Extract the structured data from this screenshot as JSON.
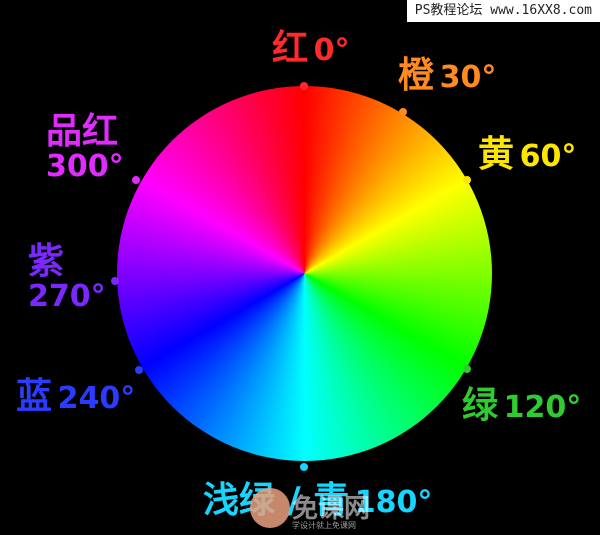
{
  "watermark": "PS教程论坛 www.16XX8.com",
  "logo": {
    "text": "免课网",
    "subtitle": "学设计就上免课网"
  },
  "hues": [
    {
      "key": "red",
      "name": "红",
      "degree": "0°",
      "color": "#ff2a2a"
    },
    {
      "key": "orange",
      "name": "橙",
      "degree": "30°",
      "color": "#ff8a1f"
    },
    {
      "key": "yellow",
      "name": "黄",
      "degree": "60°",
      "color": "#ffe600"
    },
    {
      "key": "green",
      "name": "绿",
      "degree": "120°",
      "color": "#2ecc2e"
    },
    {
      "key": "cyan",
      "name": "浅绿 / 青",
      "degree": "180°",
      "color": "#17d5ff"
    },
    {
      "key": "blue",
      "name": "蓝",
      "degree": "240°",
      "color": "#2a3cff"
    },
    {
      "key": "violet",
      "name": "紫",
      "degree": "270°",
      "color": "#7a28ff"
    },
    {
      "key": "magenta",
      "name": "品红",
      "degree": "300°",
      "color": "#e02cff"
    }
  ]
}
